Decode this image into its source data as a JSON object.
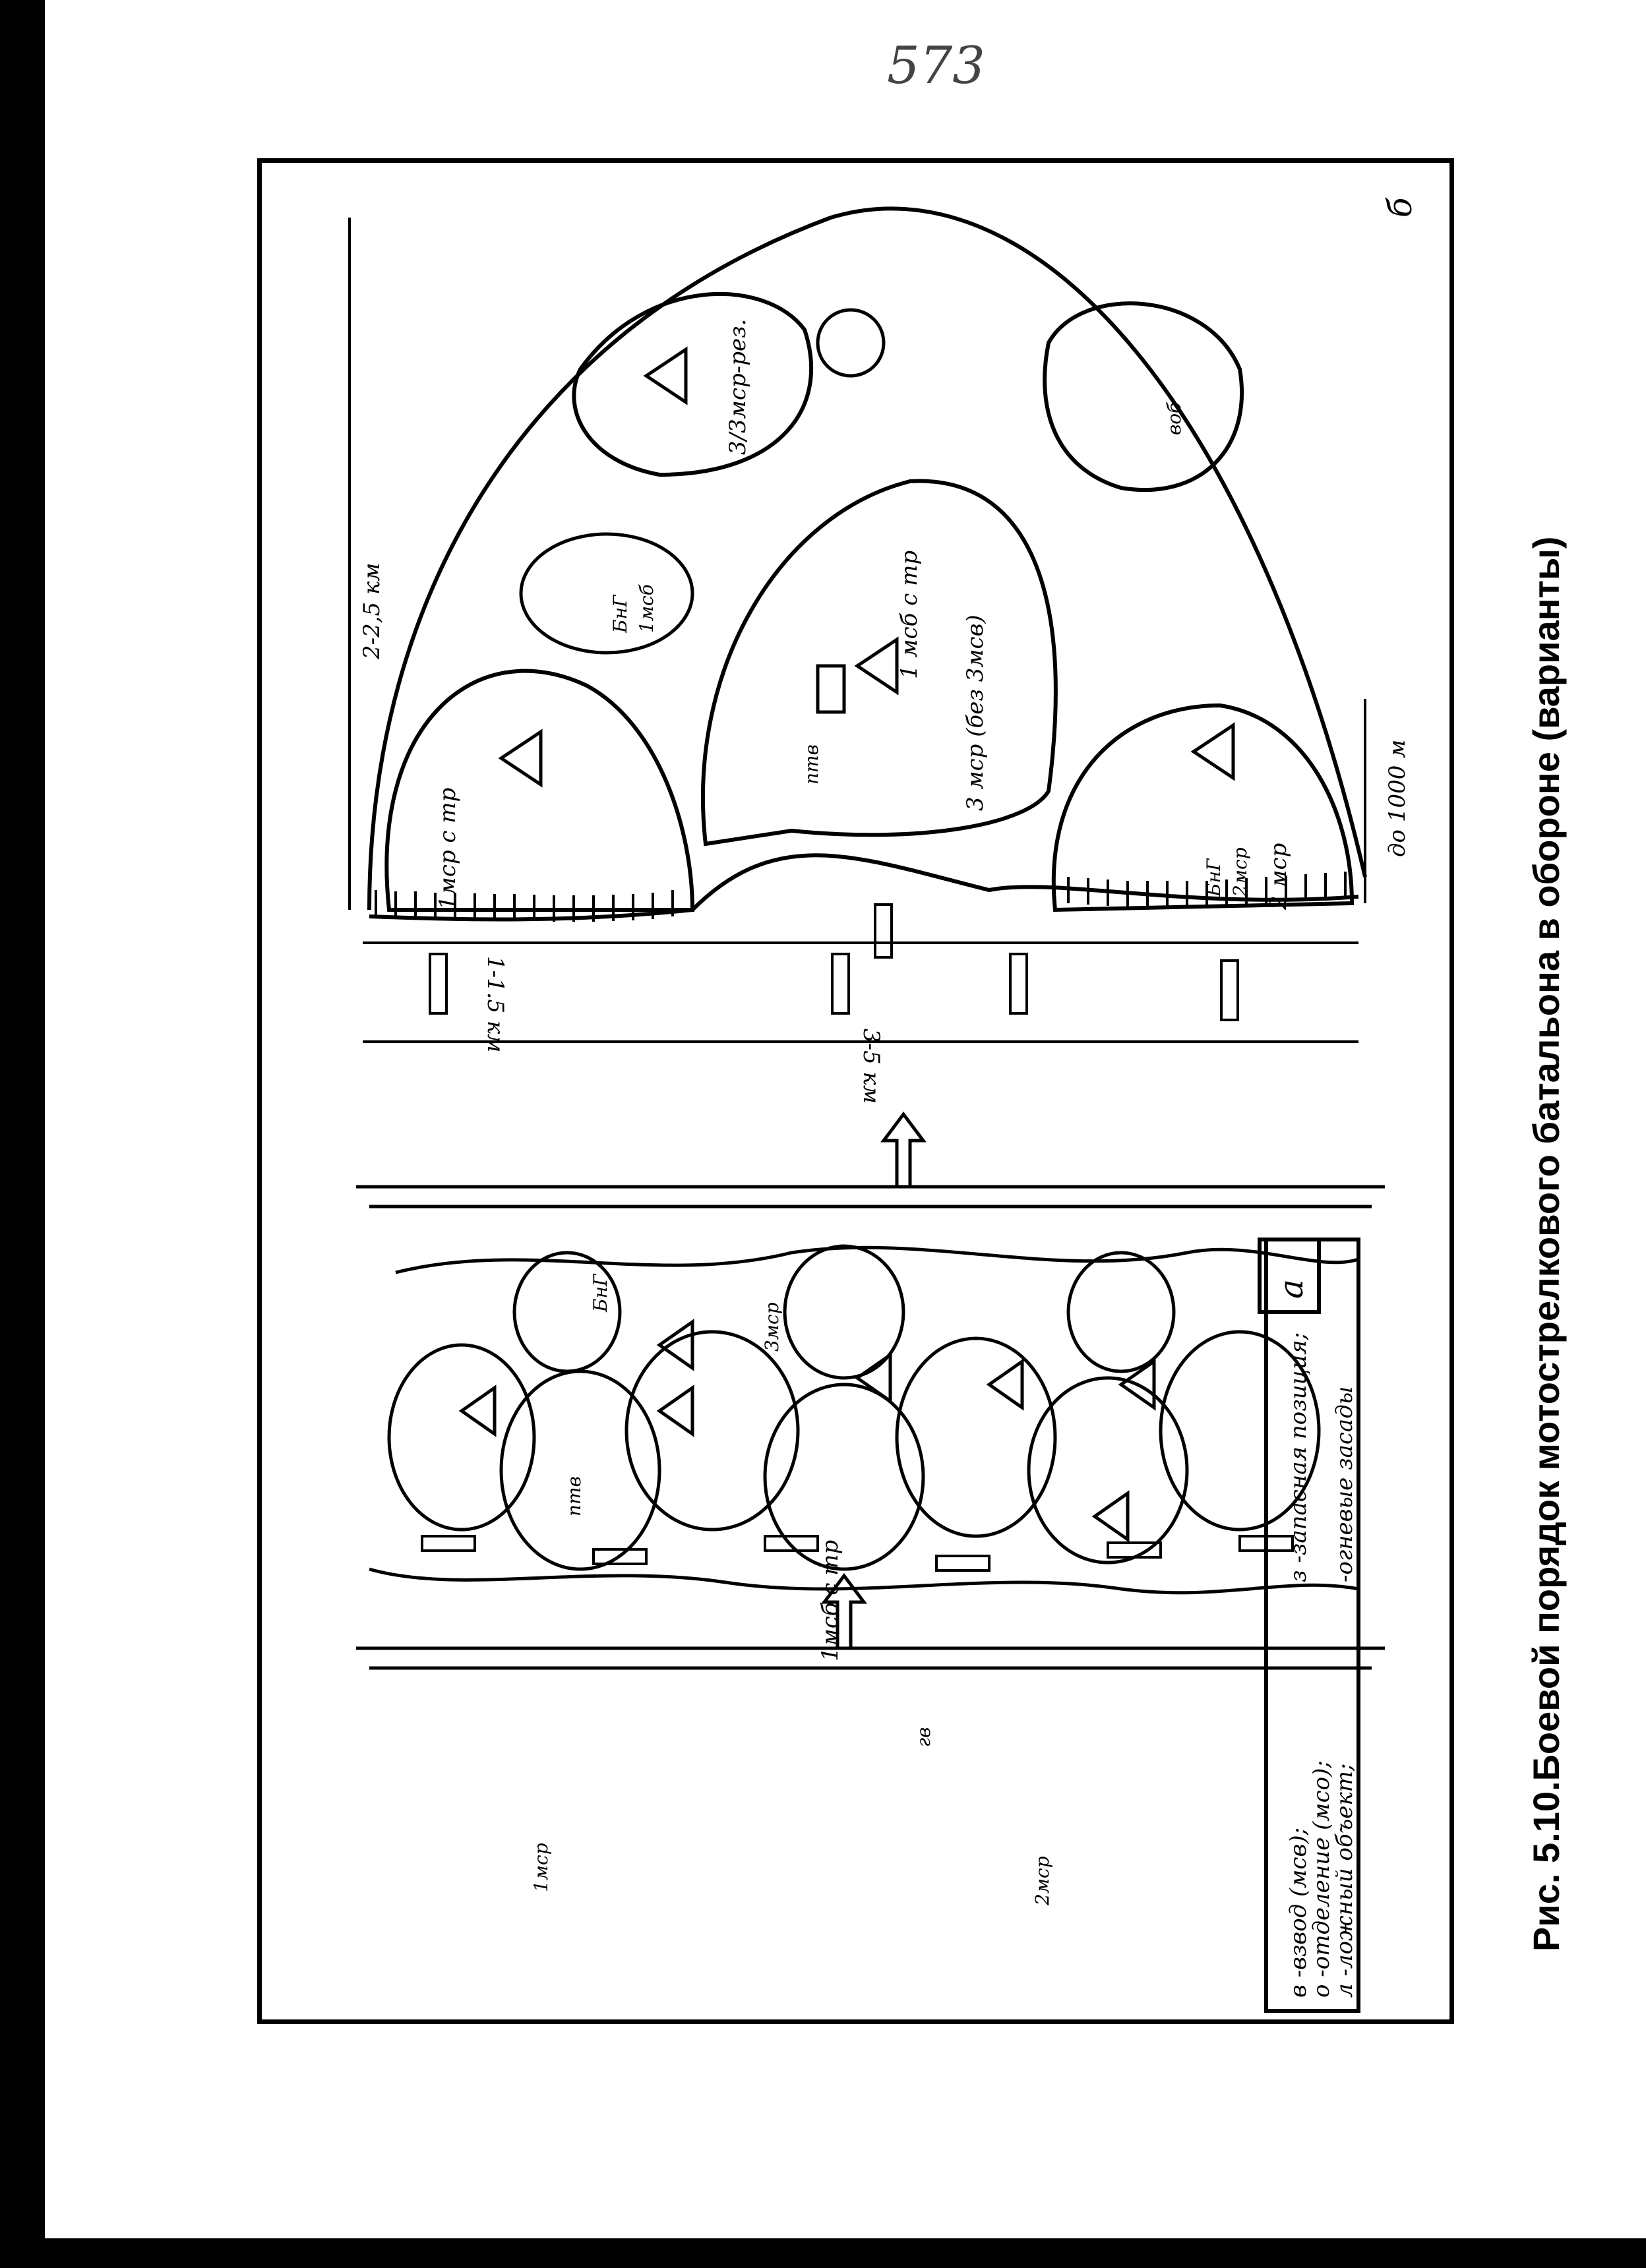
{
  "page_number": "573",
  "caption": "Рис. 5.10.Боевой порядок мотострелкового батальона в обороне (варианты)",
  "panel_a": {
    "tag": "а",
    "legend": [
      "в -взвод (мсв);",
      "о -отделение (мсо);",
      "л -ложный объект;",
      "з -запасная позиция;",
      "-огневые засады"
    ],
    "labels": {
      "company1": "1мср",
      "company2": "2мср",
      "company3": "3мср",
      "battalion": "1мсб с тр",
      "ptv": "птв",
      "gv": "гв",
      "bng": "БнГ"
    }
  },
  "panel_b": {
    "tag": "б",
    "labels": {
      "depth": "2-2,5 км",
      "front": "3-5 км",
      "company_front": "1-1.5 км",
      "gap": "до 1000 м",
      "company1": "1мср с тр",
      "company2": "2 мср",
      "company3": "3 мср (без 3мсв)",
      "battalion": "1 мсб с тр",
      "ptv": "птв",
      "reserve": "3/3мср-рез.",
      "bng1_num": "БнГ",
      "bng1_den": "1мсб",
      "bng2_num": "БнГ",
      "bng2_den": "2мср",
      "vob": "воб"
    }
  }
}
